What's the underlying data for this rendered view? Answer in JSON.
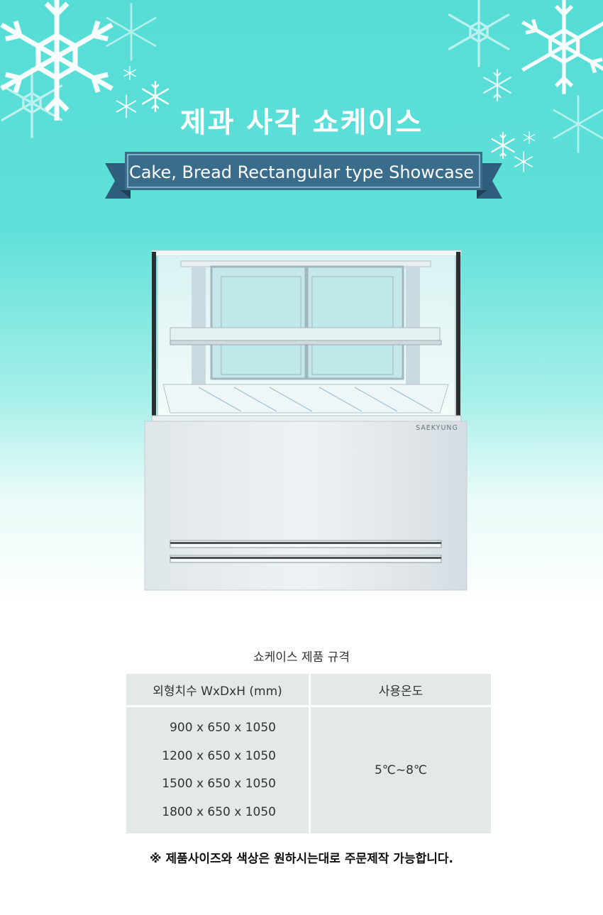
{
  "header": {
    "title_kr": "제과 사각 쇼케이스",
    "subtitle_en": "Cake, Bread Rectangular type Showcase"
  },
  "product": {
    "brand_label": "SAEKYUNG"
  },
  "spec": {
    "caption": "쇼케이스 제품 규격",
    "col_size": "외형치수 WxDxH (mm)",
    "col_temp": "사용온도",
    "sizes": [
      "900 x 650 x 1050",
      "1200 x 650 x 1050",
      "1500 x 650 x 1050",
      "1800 x 650 x 1050"
    ],
    "temperature": "5℃~8℃"
  },
  "note": "※ 제품사이즈와 색상은 원하시는대로 주문제작 가능합니다.",
  "colors": {
    "background_top": "#55ddd6",
    "ribbon": "#3a6c8c",
    "table_cell": "#e2e9e8"
  },
  "icons": [
    "snowflake-icon"
  ]
}
